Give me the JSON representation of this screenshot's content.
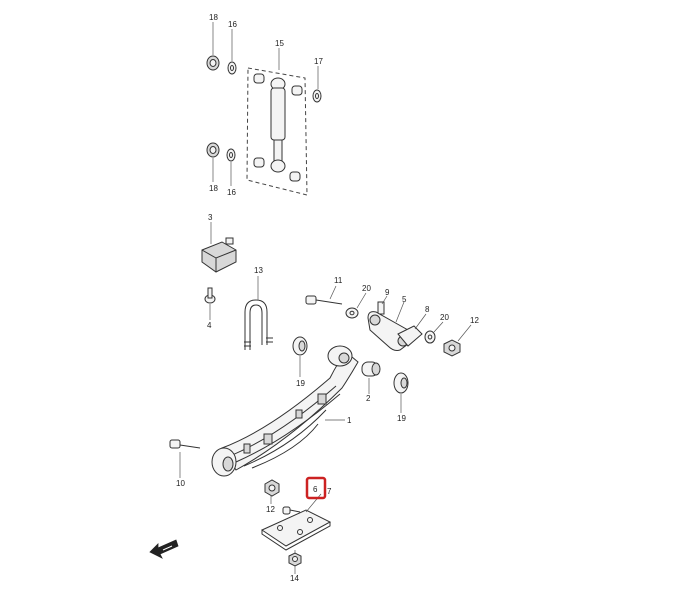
{
  "diagram": {
    "part_numbers": {
      "p1": "1",
      "p2": "2",
      "p3": "3",
      "p4": "4",
      "p5": "5",
      "p6": "6",
      "p7": "7",
      "p8": "8",
      "p9": "9",
      "p10": "10",
      "p11": "11",
      "p12": "12",
      "p13": "13",
      "p14": "14",
      "p15": "15",
      "p16a": "16",
      "p16b": "16",
      "p17": "17",
      "p18a": "18",
      "p18b": "18",
      "p19a": "19",
      "p19b": "19",
      "p20a": "20",
      "p20b": "20",
      "p12b": "12"
    },
    "highlight_color": "#cc2222",
    "highlighted_part": "6"
  }
}
